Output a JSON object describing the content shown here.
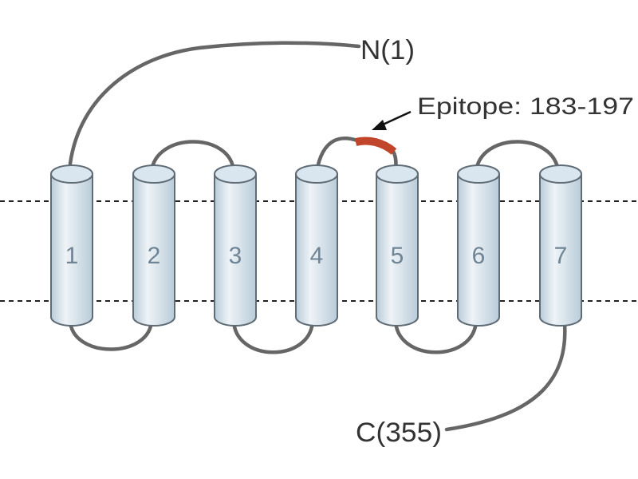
{
  "labels": {
    "n_terminus": "N(1)",
    "c_terminus": "C(355)",
    "epitope": "Epitope: 183-197"
  },
  "helices": [
    {
      "number": "1"
    },
    {
      "number": "2"
    },
    {
      "number": "3"
    },
    {
      "number": "4"
    },
    {
      "number": "5"
    },
    {
      "number": "6"
    },
    {
      "number": "7"
    }
  ],
  "colors": {
    "helix_fill_light": "#eef3f7",
    "helix_fill_dark": "#b9ccd9",
    "helix_top": "#d9e6ef",
    "helix_stroke": "#5f6b75",
    "helix_number": "#6f8494",
    "loop": "#666666",
    "epitope": "#c0452a",
    "membrane": "#222222"
  }
}
